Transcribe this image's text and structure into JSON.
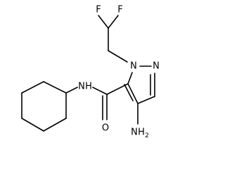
{
  "molecule": {
    "atoms": {
      "f1": "F",
      "f2": "F",
      "n1": "N",
      "n2": "N",
      "nh": "N",
      "h": "H",
      "o": "O",
      "nh2_n": "N",
      "nh2_h": "H",
      "nh2_sub": "2"
    }
  }
}
